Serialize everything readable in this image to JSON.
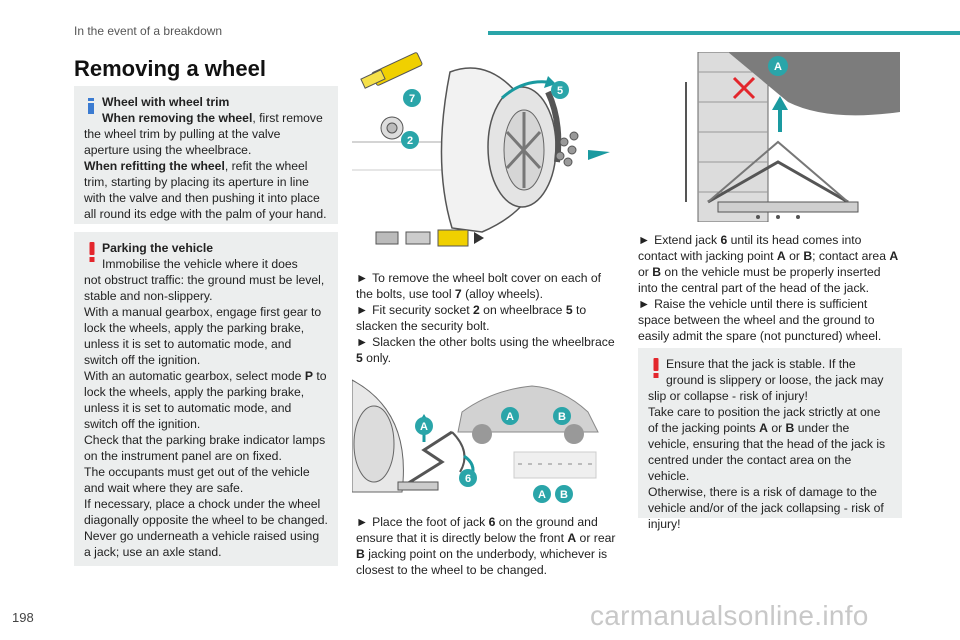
{
  "header": {
    "section": "In the event of a breakdown"
  },
  "page_title": "Removing a wheel",
  "page_number": "198",
  "watermark": "carmanualsonline.info",
  "trim_box": {
    "title": "Wheel with wheel trim",
    "removing_label": "When removing the wheel",
    "removing_text": ", first remove the wheel trim by pulling at the valve aperture using the wheelbrace.",
    "refitting_label": "When refitting the wheel",
    "refitting_text": ", refit the wheel trim, starting by placing its aperture in line with the valve and then pushing it into place all round its edge with the palm of your hand."
  },
  "parking_box": {
    "title": "Parking the vehicle",
    "line1": "Immobilise the vehicle where it does",
    "line2": "not obstruct traffic: the ground must be level, stable and non-slippery.",
    "line3": "With a manual gearbox, engage first gear to lock the wheels, apply the parking brake, unless it is set to automatic mode, and switch off the ignition.",
    "line4_pre": "With an automatic gearbox, select mode ",
    "line4_key": "P",
    "line4_post": " to lock the wheels, apply the parking brake, unless it is set to automatic mode, and switch off the ignition.",
    "line5": "Check that the parking brake indicator lamps on the instrument panel are on fixed.",
    "line6": "The occupants must get out of the vehicle and wait where they are safe.",
    "line7": "If necessary, place a chock under the wheel diagonally opposite the wheel to be changed.",
    "line8": "Never go underneath a vehicle raised using a jack; use an axle stand."
  },
  "middle_col": {
    "fig1_labels": {
      "tool7": "7",
      "socket2": "2",
      "brace5": "5"
    },
    "step1_pre": "To remove the wheel bolt cover on each of the bolts, use tool ",
    "step1_key": "7",
    "step1_post": " (alloy wheels).",
    "step2_pre": "Fit security socket ",
    "step2_key1": "2",
    "step2_mid": " on wheelbrace ",
    "step2_key2": "5",
    "step2_post": " to slacken the security bolt.",
    "step3_pre": "Slacken the other bolts using the wheelbrace ",
    "step3_key": "5",
    "step3_post": " only.",
    "fig2_labels": {
      "a1": "A",
      "b1": "B",
      "a2": "A",
      "a3": "A",
      "b3": "B",
      "jack6": "6"
    },
    "step4_pre": "Place the foot of jack ",
    "step4_key1": "6",
    "step4_mid1": " on the ground and ensure that it is directly below the front ",
    "step4_key2": "A",
    "step4_mid2": " or rear ",
    "step4_key3": "B",
    "step4_post": " jacking point on the underbody, whichever is closest to the wheel to be changed."
  },
  "right_col": {
    "fig3_label": "A",
    "step5_pre": "Extend jack ",
    "step5_k1": "6",
    "step5_m1": " until its head comes into contact with jacking point ",
    "step5_k2": "A",
    "step5_m2": " or ",
    "step5_k3": "B",
    "step5_m3": "; contact area ",
    "step5_k4": "A",
    "step5_m4": " or ",
    "step5_k5": "B",
    "step5_post": " on the vehicle must be properly inserted into the central part of the head of the jack.",
    "step6": "Raise the vehicle until there is sufficient space between the wheel and the ground to easily admit the spare (not punctured) wheel.",
    "warn_line1": "Ensure that the jack is stable. If the",
    "warn_line2": "ground is slippery or loose, the jack may slip or collapse - risk of injury!",
    "warn_line3_pre": "Take care to position the jack strictly at one of the jacking points ",
    "warn_k1": "A",
    "warn_m1": " or ",
    "warn_k2": "B",
    "warn_line3_post": " under the vehicle, ensuring that the head of the jack is centred under the contact area on the vehicle.",
    "warn_line4": "Otherwise, there is a risk of damage to the vehicle and/or of the jack collapsing - risk of injury!"
  },
  "bullet": "►",
  "colors": {
    "accent": "#2aa5a9",
    "warning": "#e3262c",
    "info_icon": "#3b7bd1",
    "box_bg": "#eceeee"
  }
}
